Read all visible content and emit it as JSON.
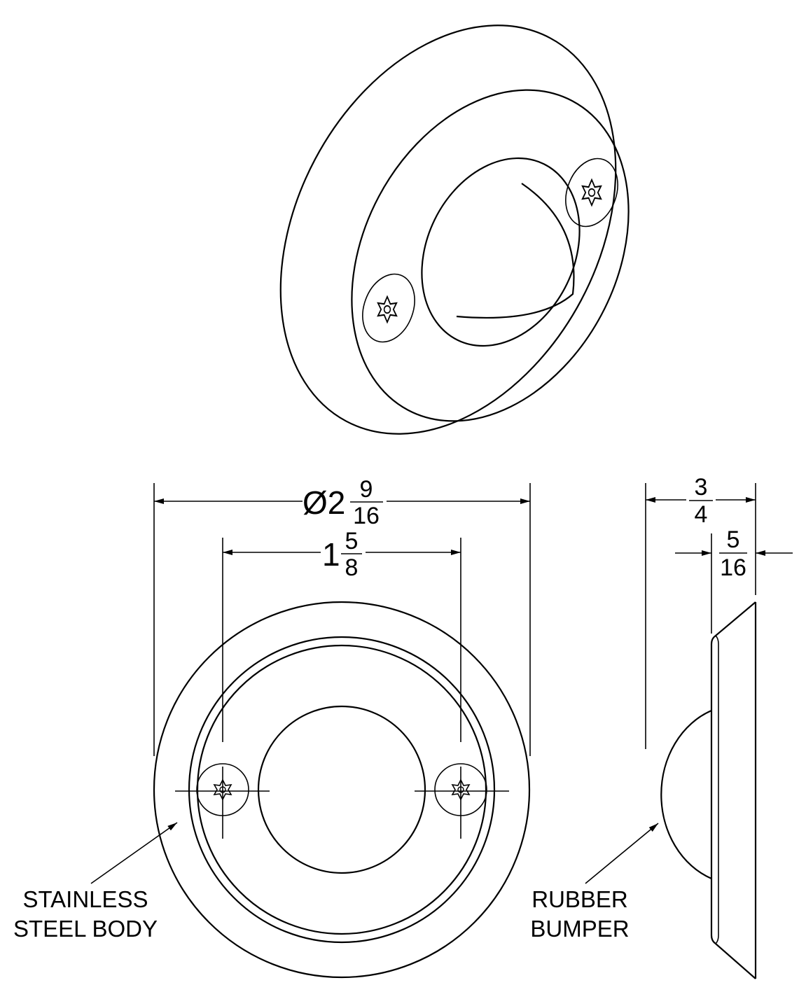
{
  "dimensions": {
    "overall_diameter": {
      "prefix": "Ø2",
      "numerator": "9",
      "denominator": "16"
    },
    "hole_spacing": {
      "whole": "1",
      "numerator": "5",
      "denominator": "8"
    },
    "overall_depth": {
      "numerator": "3",
      "denominator": "4"
    },
    "flange_depth": {
      "numerator": "5",
      "denominator": "16"
    }
  },
  "callouts": {
    "body": {
      "line1": "STAINLESS",
      "line2": "STEEL BODY"
    },
    "bumper": {
      "line1": "RUBBER",
      "line2": "BUMPER"
    }
  }
}
